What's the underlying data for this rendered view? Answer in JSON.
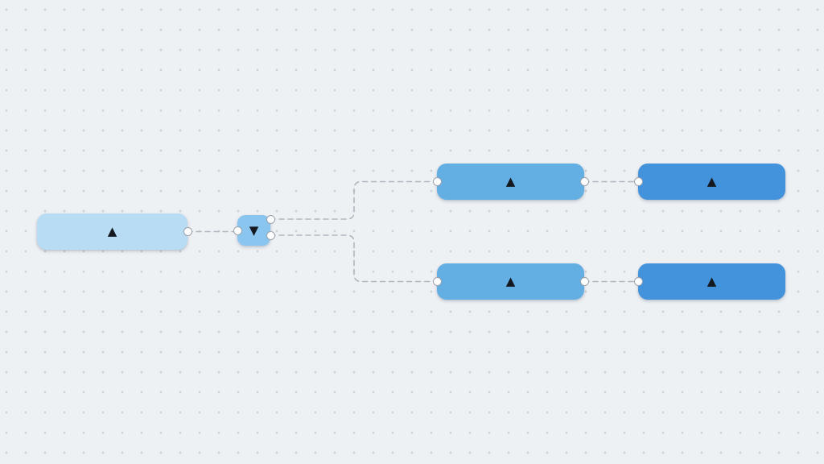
{
  "canvas": {
    "background": "#eef1f4",
    "grid_dot_color": "#c2c7cf",
    "grid_spacing_px": "24x25"
  },
  "icons": {
    "triangle_up": "▲",
    "triangle_down": "▼"
  },
  "colors": {
    "node_source": "#b7dcf4",
    "node_splitter": "#8ac5f0",
    "node_branch": "#63aee3",
    "node_output": "#4292dc",
    "edge": "#b0b7c0",
    "handle_fill": "#ffffff",
    "handle_border": "#9aa2ac",
    "icon": "#14181f"
  },
  "nodes": [
    {
      "id": "source",
      "role": "source node",
      "icon": "triangle-up-icon",
      "glyph": "▲"
    },
    {
      "id": "splitter",
      "role": "splitter node",
      "icon": "triangle-down-icon",
      "glyph": "▼"
    },
    {
      "id": "branch-top",
      "role": "branch node top",
      "icon": "triangle-up-icon",
      "glyph": "▲"
    },
    {
      "id": "output-top",
      "role": "output node top",
      "icon": "triangle-up-icon",
      "glyph": "▲"
    },
    {
      "id": "branch-bottom",
      "role": "branch node bottom",
      "icon": "triangle-up-icon",
      "glyph": "▲"
    },
    {
      "id": "output-bottom",
      "role": "output node bottom",
      "icon": "triangle-up-icon",
      "glyph": "▲"
    }
  ],
  "edges": [
    {
      "id": "source-to-splitter",
      "from": "source",
      "to": "splitter"
    },
    {
      "id": "splitter-to-branch-top",
      "from": "splitter",
      "to": "branch-top"
    },
    {
      "id": "splitter-to-branch-bottom",
      "from": "splitter",
      "to": "branch-bottom"
    },
    {
      "id": "branch-top-to-output-top",
      "from": "branch-top",
      "to": "output-top"
    },
    {
      "id": "branch-bottom-to-output-bottom",
      "from": "branch-bottom",
      "to": "output-bottom"
    }
  ]
}
